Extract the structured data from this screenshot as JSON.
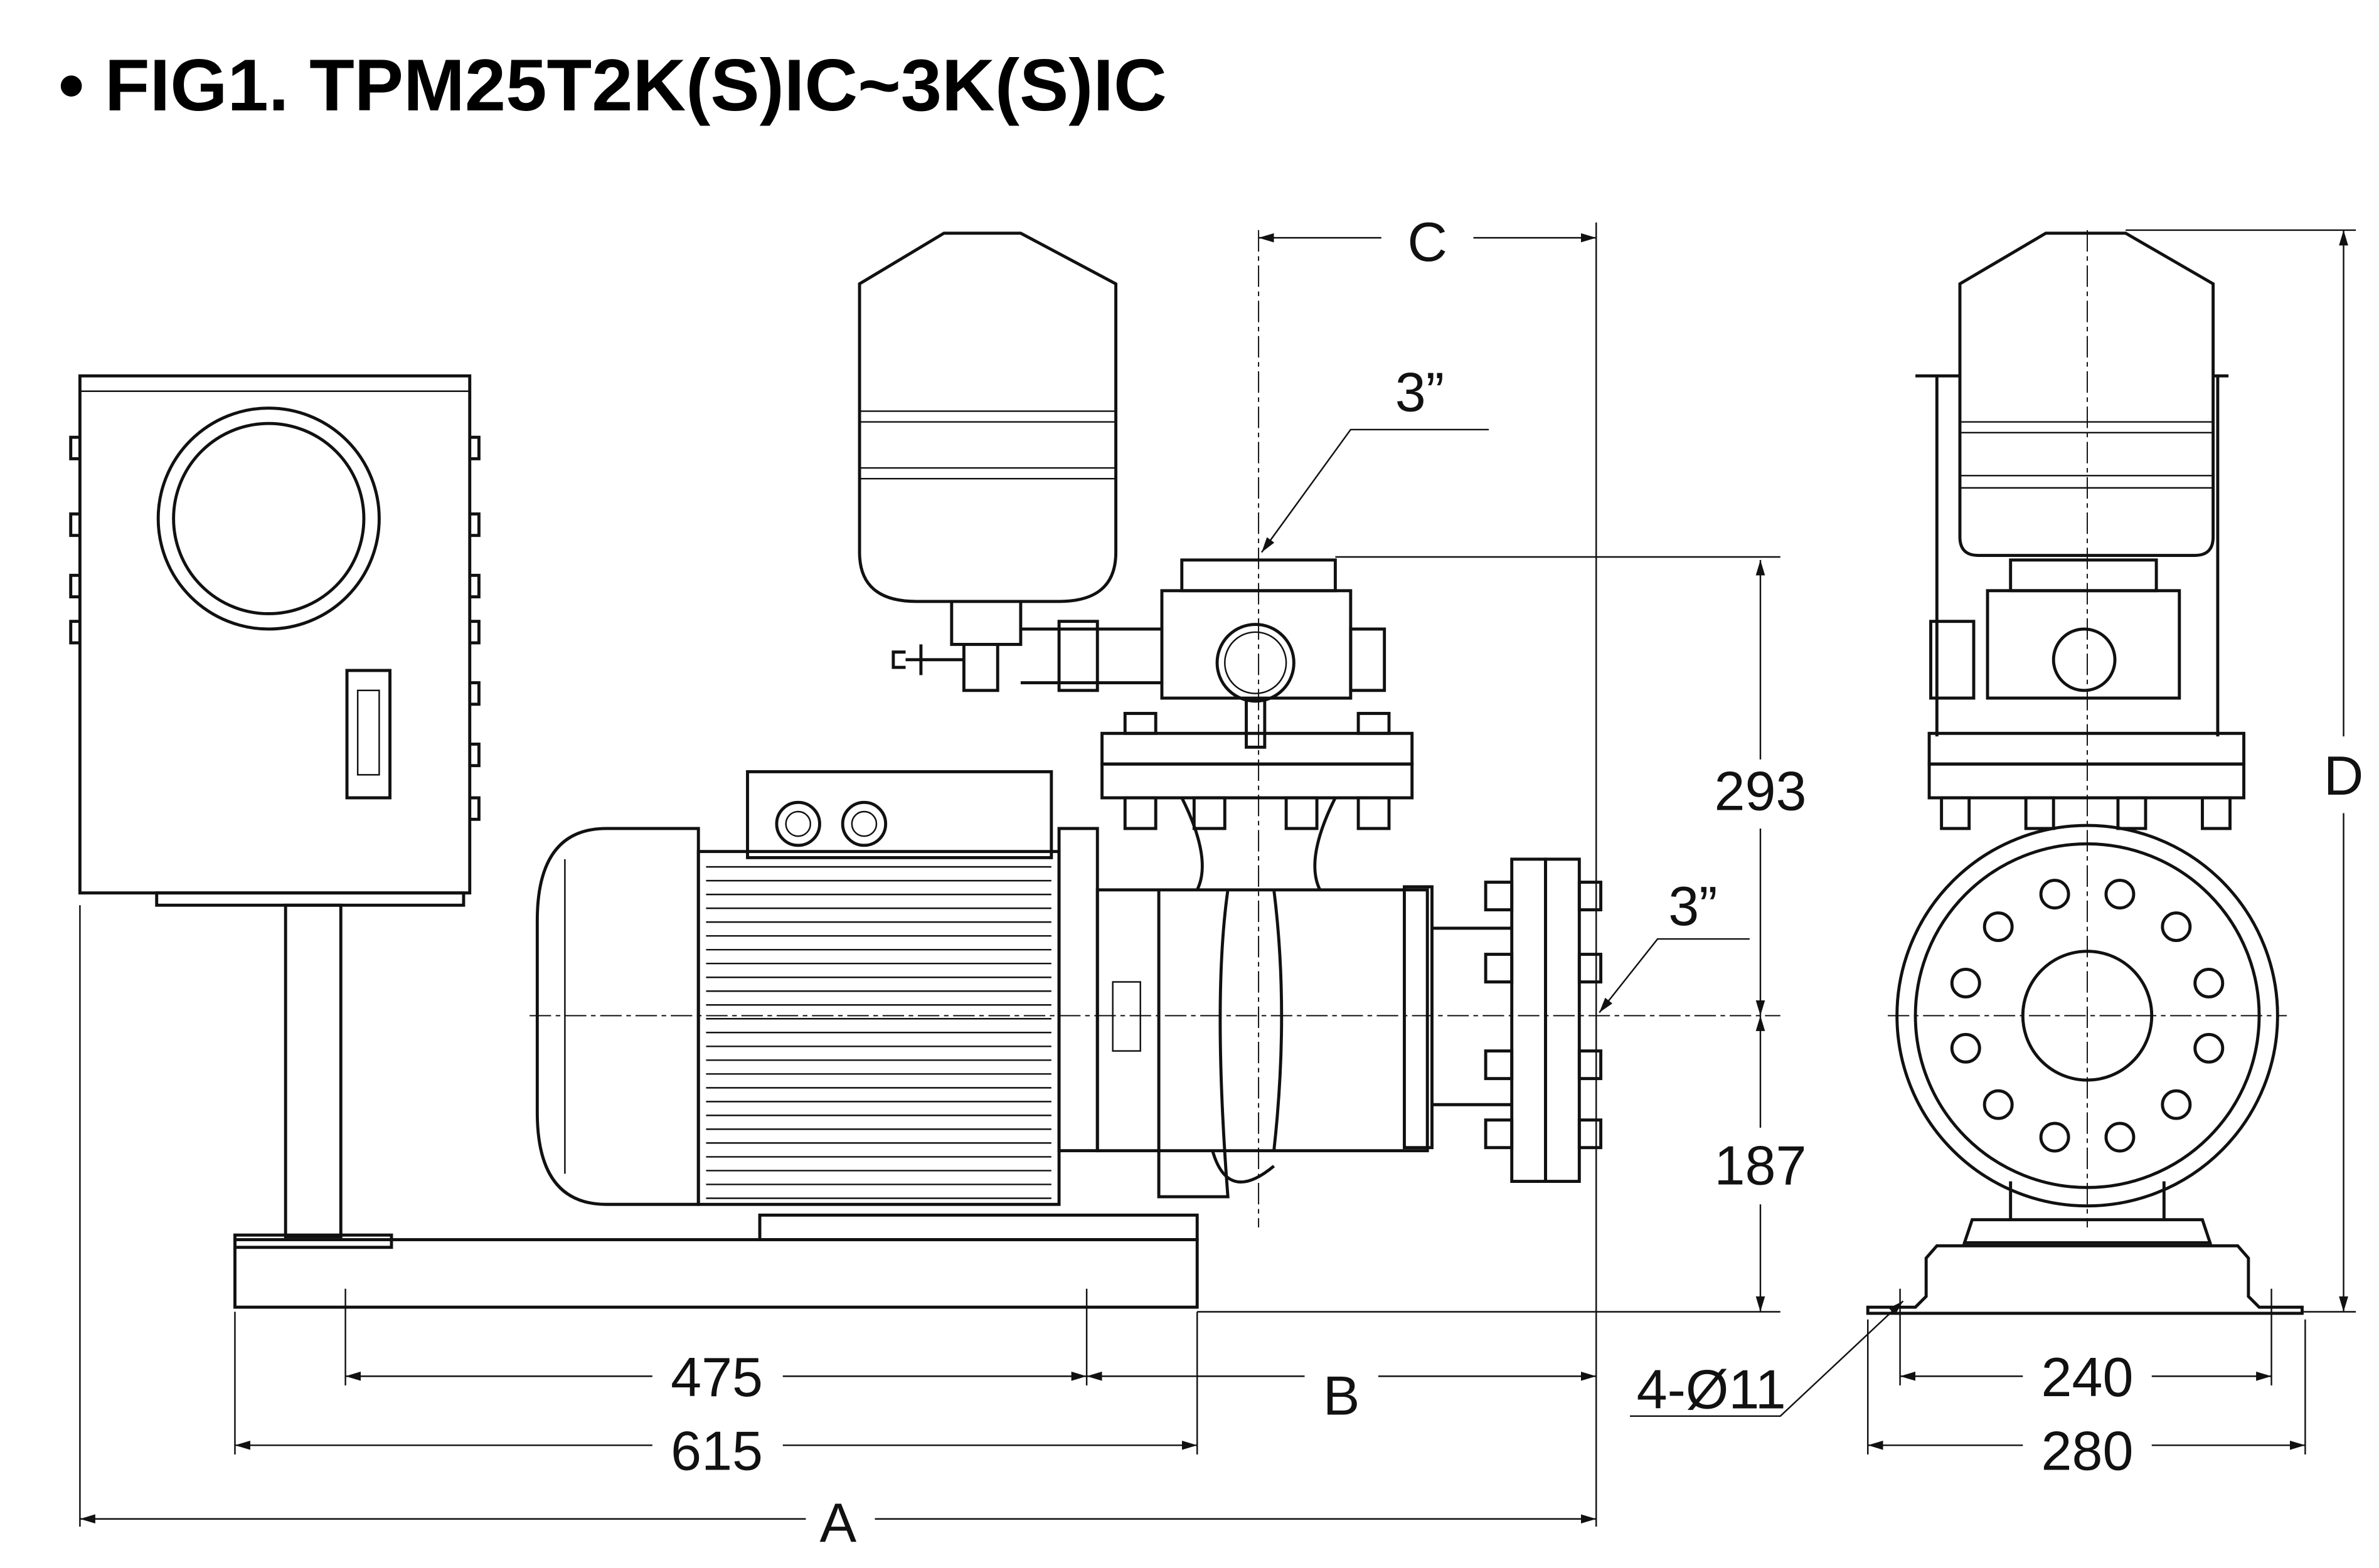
{
  "title": "• FIG1. TPM25T2K(S)IC~3K(S)IC",
  "dimensions": {
    "c": "C",
    "inlet_size": "3”",
    "outlet_size": "3”",
    "h_293": "293",
    "h_187": "187",
    "d": "D",
    "w_475": "475",
    "b": "B",
    "w_615": "615",
    "a": "A",
    "holes": "4-Ø11",
    "w_240": "240",
    "w_280": "280"
  },
  "colors": {
    "line": "#111111",
    "background": "#ffffff"
  }
}
